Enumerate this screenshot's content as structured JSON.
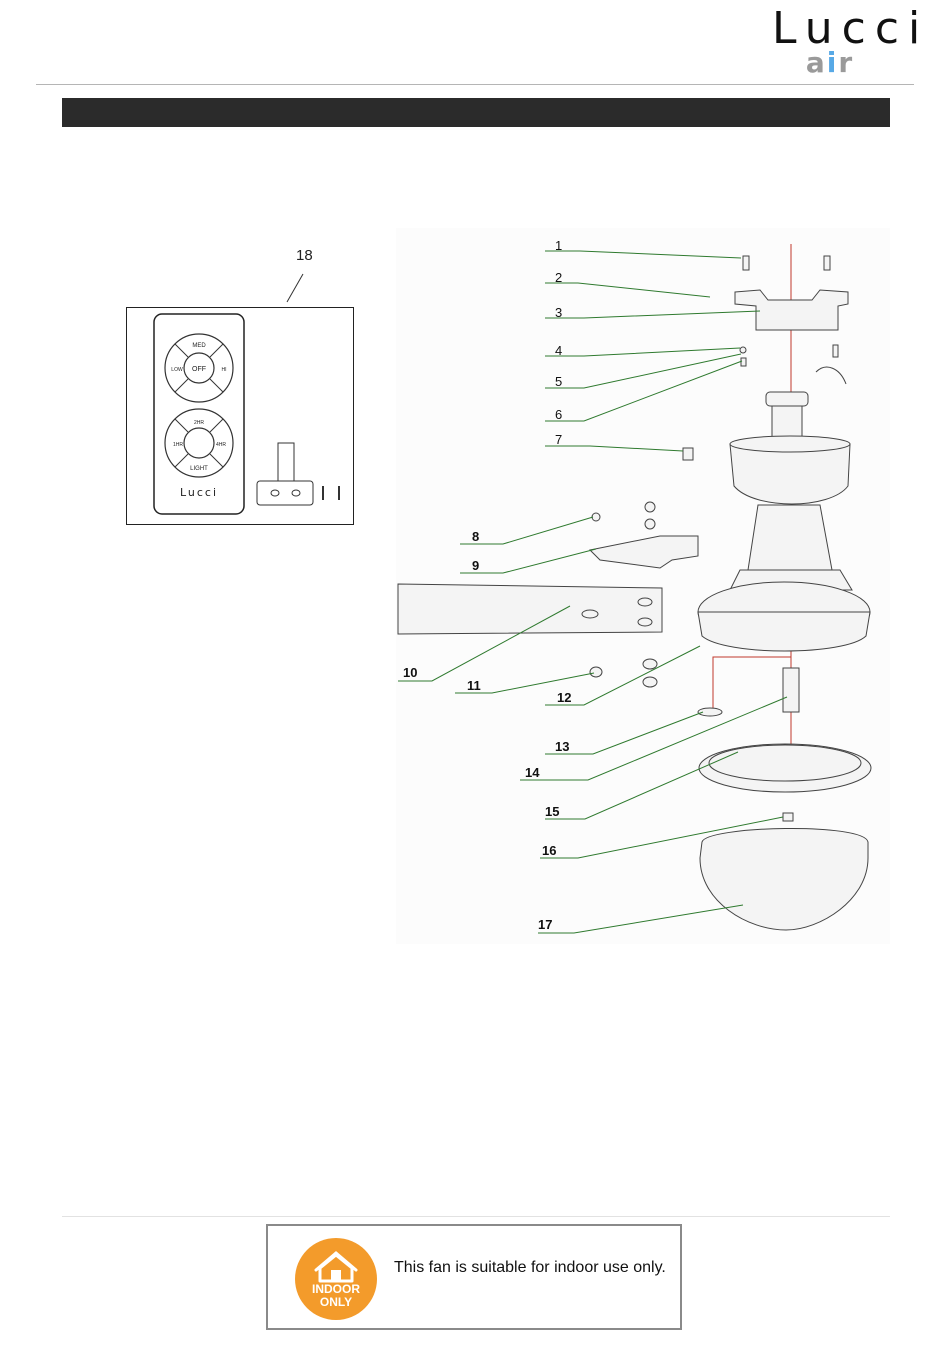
{
  "logo": {
    "word": "Lucci",
    "sub_a": "a",
    "sub_i": "i",
    "sub_r": "r"
  },
  "diagram": {
    "parts": [
      "1",
      "2",
      "3",
      "4",
      "5",
      "6",
      "7",
      "8",
      "9",
      "10",
      "11",
      "12",
      "13",
      "14",
      "15",
      "16",
      "17"
    ],
    "remote_part": "18",
    "remote": {
      "top": "MED",
      "left": "LOW",
      "center": "OFF",
      "right": "HI",
      "t1": "2HR",
      "t2": "1HR",
      "t3": "4HR",
      "t4": "LIGHT",
      "brand": "Lucci"
    }
  },
  "notice": {
    "badge_line1": "INDOOR",
    "badge_line2": "ONLY",
    "text": "This fan is suitable for indoor use only."
  },
  "colors": {
    "leader": "#2f7a2f",
    "axis": "#c0392b",
    "section_bar": "#2b2b2b",
    "badge": "#f39b2b"
  }
}
